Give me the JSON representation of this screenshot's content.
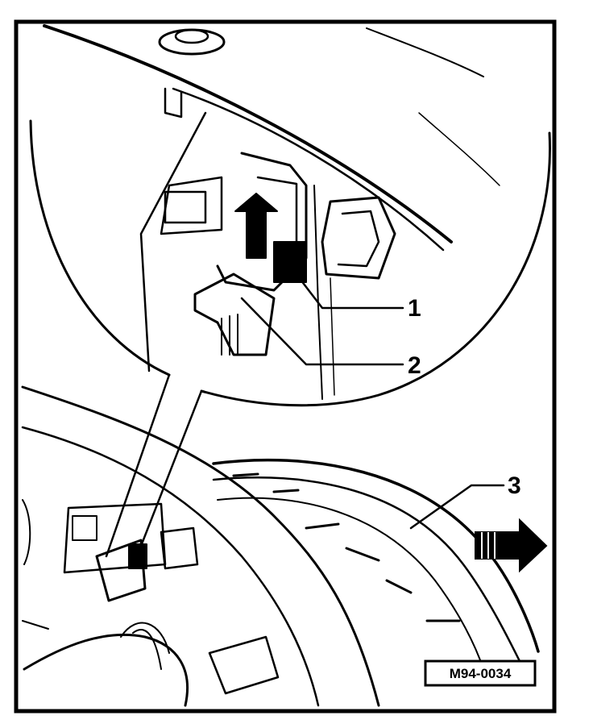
{
  "diagram": {
    "callouts": [
      {
        "id": "1",
        "label": "1"
      },
      {
        "id": "2",
        "label": "2"
      },
      {
        "id": "3",
        "label": "3"
      }
    ],
    "reference_code": "M94-0034",
    "colors": {
      "ink": "#000000",
      "paper": "#ffffff"
    }
  }
}
